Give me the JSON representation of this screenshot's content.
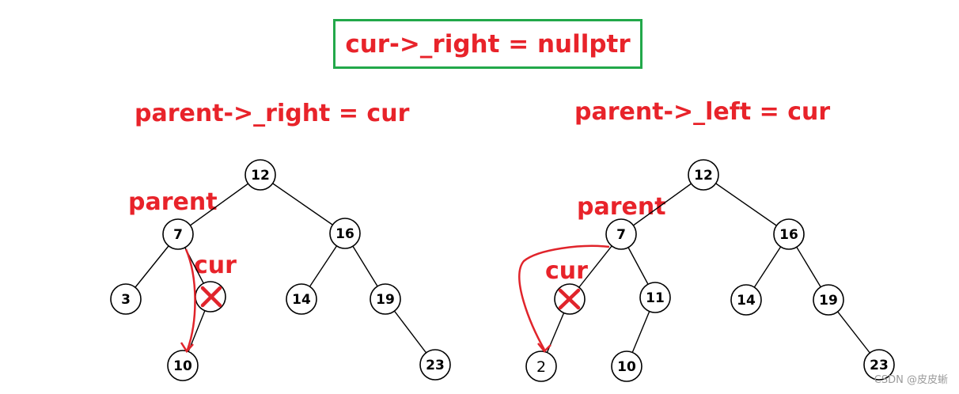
{
  "title": "cur->_right = nullptr",
  "watermark": "CSDN @皮皮蜥",
  "colors": {
    "accent_red": "#e8232a",
    "box_green": "#22a84a"
  },
  "left_tree": {
    "caption": "parent->_right = cur",
    "labels": {
      "parent": "parent",
      "cur": "cur"
    },
    "nodes": [
      "12",
      "7",
      "16",
      "3",
      "14",
      "19",
      "10",
      "23"
    ],
    "deleted_marker": "x-mark"
  },
  "right_tree": {
    "caption": "parent->_left = cur",
    "labels": {
      "parent": "parent",
      "cur": "cur"
    },
    "nodes": [
      "12",
      "7",
      "16",
      "11",
      "14",
      "19",
      "2",
      "10",
      "23"
    ],
    "deleted_marker": "x-mark"
  }
}
